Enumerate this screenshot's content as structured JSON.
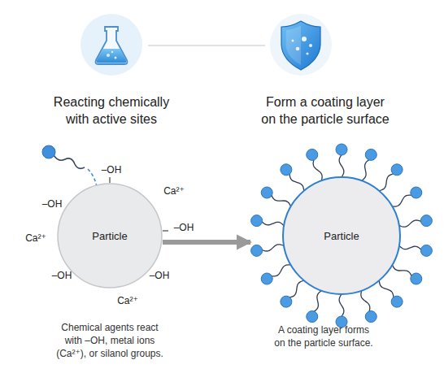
{
  "diagram": {
    "nodes": [
      {
        "text": [
          "Particle"
        ]
      },
      {
        "text": [
          "Particle"
        ]
      }
    ],
    "edges": [
      {
        "from": 0,
        "to": 1,
        "arrow": "to"
      }
    ],
    "labels": [
      "Reacting chemically with active sites",
      "Form a coating layer on the particle surface",
      "–OH",
      "Ca²⁺",
      "–OH",
      "Ca²⁺",
      "–OH",
      "–OH",
      "–OH",
      "Ca²⁺",
      "Chemical agents react with –OH, metal ions (Ca²⁺), or silanol groups.",
      "A coating layer forms on the particle surface."
    ]
  }
}
